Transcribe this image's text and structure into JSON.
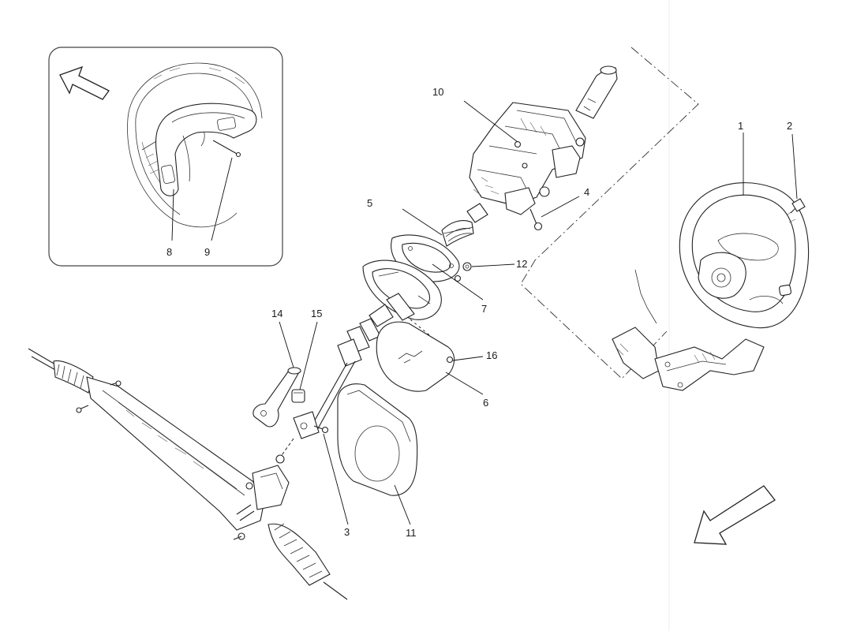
{
  "colors": {
    "line": "#222222",
    "background": "#ffffff",
    "inset_border": "#444444"
  },
  "callouts": {
    "c1": "1",
    "c2": "2",
    "c3": "3",
    "c4": "4",
    "c5": "5",
    "c6": "6",
    "c7": "7",
    "c8": "8",
    "c9": "9",
    "c10": "10",
    "c11": "11",
    "c12": "12",
    "c14": "14",
    "c15": "15",
    "c16": "16"
  },
  "icons": {
    "inset_arrow": "arrow-up-left-icon",
    "main_arrow": "arrow-down-left-icon"
  }
}
